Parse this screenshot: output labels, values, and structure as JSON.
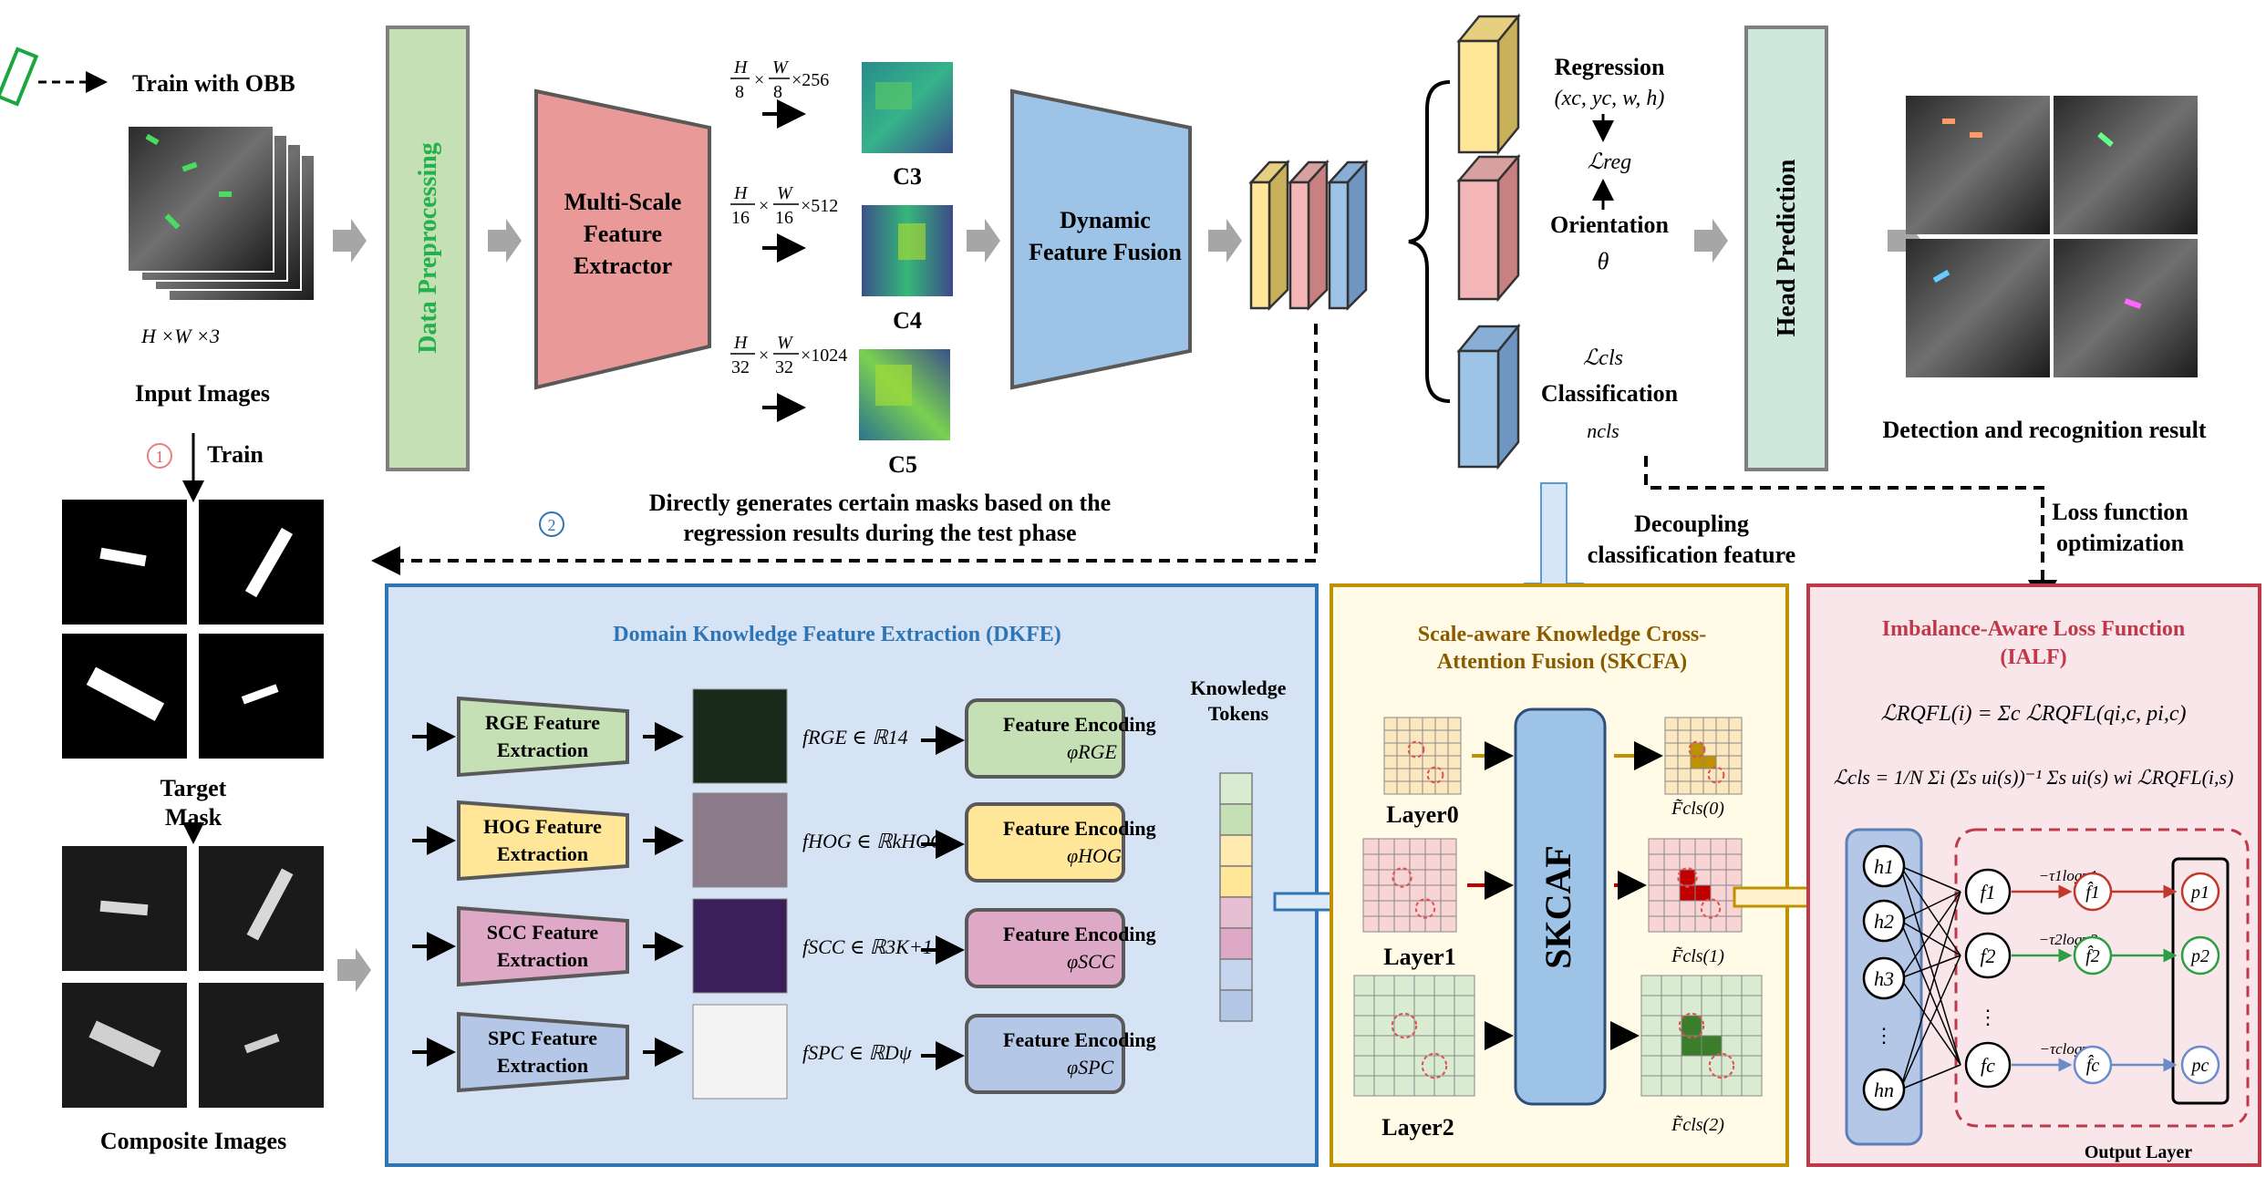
{
  "input": {
    "train_with_obb": "Train with OBB",
    "dims": "H ×W ×3",
    "input_images": "Input Images",
    "step1": "1",
    "train": "Train",
    "step2": "2",
    "target_mask": [
      "Target",
      "Mask"
    ],
    "composite_images": "Composite Images"
  },
  "pipeline": {
    "data_preprocessing": "Data Preprocessing",
    "extractor": [
      "Multi-Scale",
      "Feature",
      "Extractor"
    ],
    "fusion": [
      "Dynamic",
      "Feature Fusion"
    ],
    "head": "Head Prediction",
    "result": "Detection and recognition result"
  },
  "scales": [
    {
      "h": "H",
      "hd": "8",
      "w": "W",
      "wd": "8",
      "c": "×256",
      "label": "C3"
    },
    {
      "h": "H",
      "hd": "16",
      "w": "W",
      "wd": "16",
      "c": "×512",
      "label": "C4"
    },
    {
      "h": "H",
      "hd": "32",
      "w": "W",
      "wd": "32",
      "c": "×1024",
      "label": "C5"
    }
  ],
  "heads": {
    "regression": "Regression",
    "reg_params": "(xc, yc, w, h)",
    "loss_reg": "ℒreg",
    "orientation": "Orientation",
    "theta": "θ",
    "loss_cls": "ℒcls",
    "classification": "Classification",
    "ncls": "ncls"
  },
  "annotations": {
    "test_phase": [
      "Directly generates certain masks based on the",
      "regression results during the test phase"
    ],
    "decoupling": [
      "Decoupling",
      "classification feature"
    ],
    "loss_opt": [
      "Loss function",
      "optimization"
    ]
  },
  "dkfe": {
    "title": "Domain Knowledge Feature Extraction (DKFE)",
    "tokens": [
      "Knowledge",
      "Tokens"
    ],
    "rows": [
      {
        "name": [
          "RGE Feature",
          "Extraction"
        ],
        "formula": "fRGE ∈ ℝ14",
        "enc": "Feature Encoding",
        "phi": "φRGE",
        "color": "#c5e0b4"
      },
      {
        "name": [
          "HOG Feature",
          "Extraction"
        ],
        "formula": "fHOG ∈ ℝkHOG",
        "enc": "Feature Encoding",
        "phi": "φHOG",
        "color": "#ffe699"
      },
      {
        "name": [
          "SCC Feature",
          "Extraction"
        ],
        "formula": "fSCC ∈ ℝ3K+1",
        "enc": "Feature Encoding",
        "phi": "φSCC",
        "color": "#dda9c6"
      },
      {
        "name": [
          "SPC Feature",
          "Extraction"
        ],
        "formula": "fSPC ∈ ℝDψ",
        "enc": "Feature Encoding",
        "phi": "φSPC",
        "color": "#b4c7e7"
      }
    ]
  },
  "skcfa": {
    "title": [
      "Scale-aware Knowledge Cross-",
      "Attention Fusion (SKCFA)"
    ],
    "center": "SKCAF",
    "layers": [
      "Layer0",
      "Layer1",
      "Layer2"
    ],
    "outputs": [
      "F̃cls(0)",
      "F̃cls(1)",
      "F̃cls(2)"
    ]
  },
  "ialf": {
    "title": [
      "Imbalance-Aware Loss Function",
      "(IALF)"
    ],
    "eq1": "ℒRQFL(i) = Σc ℒRQFL(qi,c, pi,c)",
    "eq2": "ℒcls = 1/N Σi (Σs ui(s))⁻¹ Σs ui(s) wi ℒRQFL(i,s)",
    "hidden": [
      "h1",
      "h2",
      "h3",
      "⋮",
      "hn"
    ],
    "f_nodes": [
      "f1",
      "f2",
      "⋮",
      "fc"
    ],
    "weights": [
      "−τ1logπ1",
      "−τ2logπ2",
      "−τclogπc"
    ],
    "soft": [
      "f̂1",
      "f̂2",
      "f̂c"
    ],
    "probs": [
      "p1",
      "p2",
      "pc"
    ],
    "output_layer": "Output Layer"
  },
  "colors": {
    "green": "#2db84b",
    "pink": "#ea9999",
    "blue": "#9dc3e6",
    "teal": "#cfe8dd",
    "dkfe_bg": "#d6e3f5",
    "dkfe_border": "#2e75b6",
    "skcfa_bg": "#fffbe6",
    "skcfa_border": "#bf9000",
    "ialf_bg": "#f9e6ea",
    "ialf_border": "#c0394a"
  }
}
